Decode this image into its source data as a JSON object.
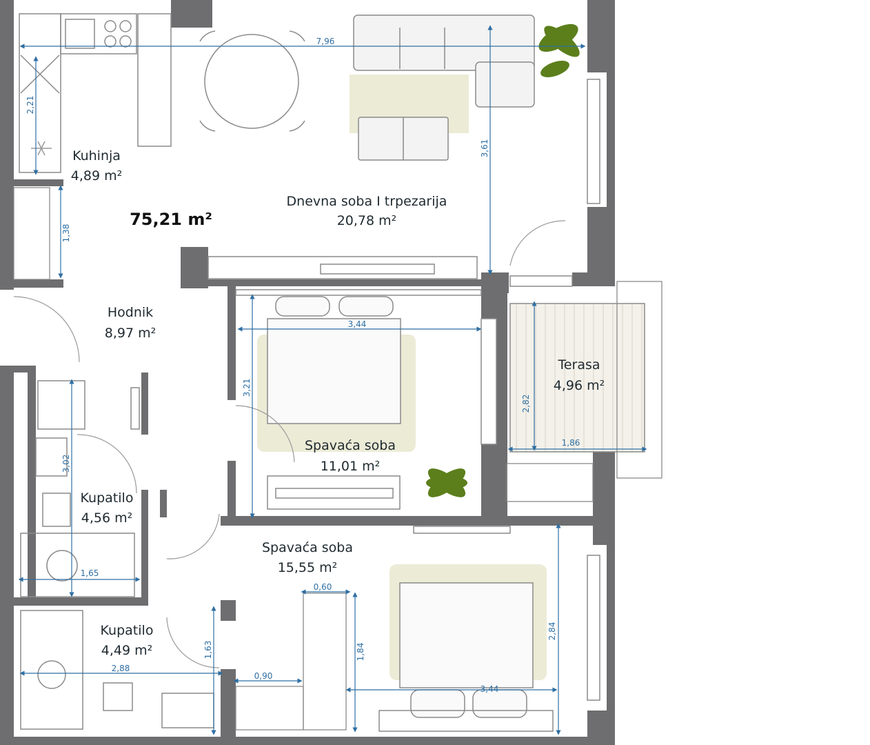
{
  "plan": {
    "total_area": "75,21 m²",
    "rooms": [
      {
        "name": "Kuhinja",
        "area": "4,89 m²"
      },
      {
        "name": "Dnevna soba I trpezarija",
        "area": "20,78 m²"
      },
      {
        "name": "Hodnik",
        "area": "8,97 m²"
      },
      {
        "name": "Spavaća soba",
        "area": "11,01 m²"
      },
      {
        "name": "Terasa",
        "area": "4,96 m²"
      },
      {
        "name": "Kupatilo",
        "area": "4,56 m²"
      },
      {
        "name": "Spavaća soba",
        "area": "15,55 m²"
      },
      {
        "name": "Kupatilo",
        "area": "4,49 m²"
      }
    ],
    "dimensions": [
      "7,96",
      "2,21",
      "3,61",
      "1,38",
      "3,44",
      "3,21",
      "2,82",
      "1,86",
      "3,02",
      "1,65",
      "0,60",
      "1,84",
      "2,84",
      "3,44",
      "1,63",
      "2,88",
      "0,90"
    ]
  },
  "colors": {
    "wall": "#6e6e70",
    "dimension": "#2f6fa3",
    "rug": "#ecebd6",
    "plant": "#5c7f1c",
    "furniture": "#7a7a7a"
  }
}
